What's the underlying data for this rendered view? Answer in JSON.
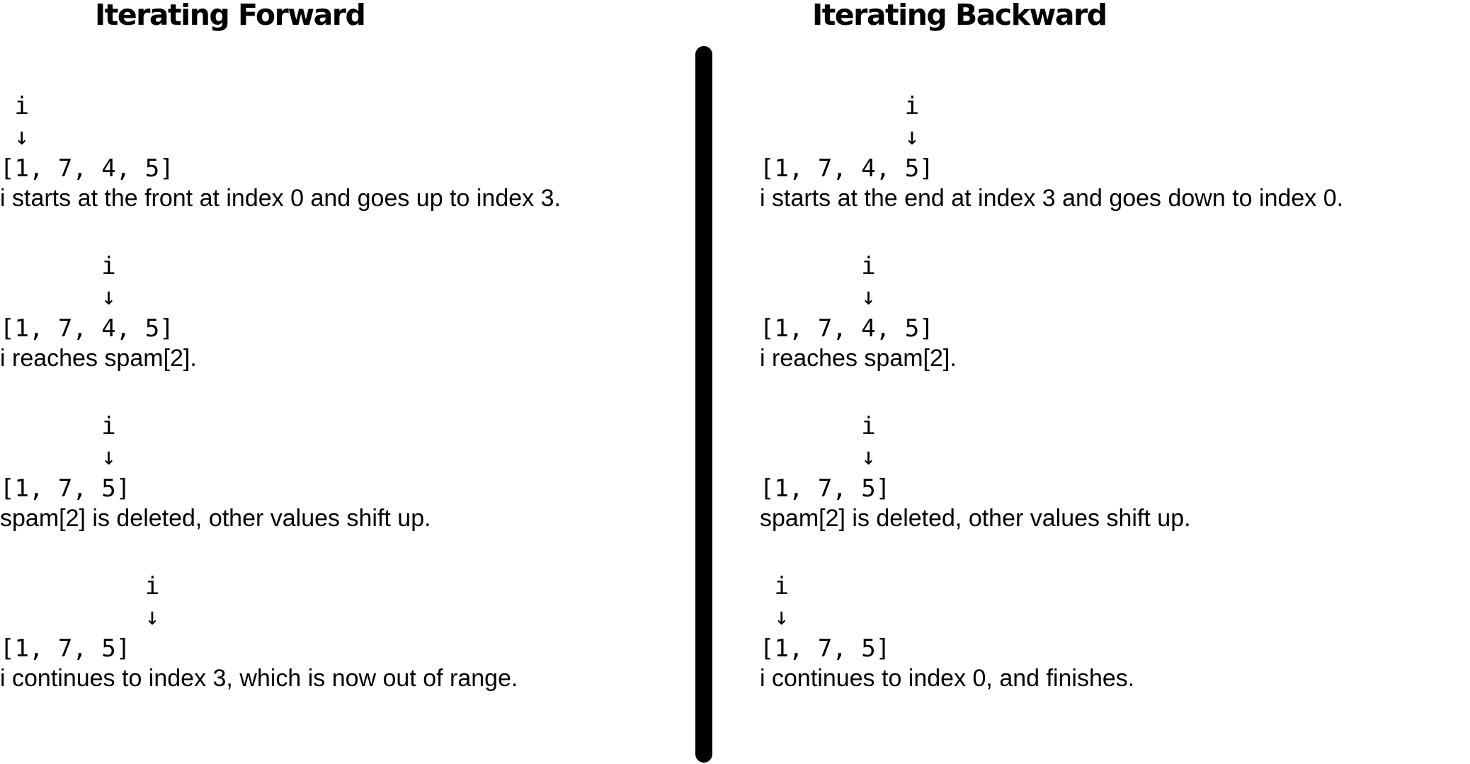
{
  "forward": {
    "title": "Iterating Forward",
    "steps": [
      {
        "pointer": " i",
        "arrow": " ↓",
        "list": "[1, 7, 4, 5]",
        "caption": "i starts at the front at index 0 and goes up to index 3."
      },
      {
        "pointer": "       i",
        "arrow": "       ↓",
        "list": "[1, 7, 4, 5]",
        "caption": "i reaches spam[2]."
      },
      {
        "pointer": "       i",
        "arrow": "       ↓",
        "list": "[1, 7, 5]",
        "caption": "spam[2] is deleted, other values shift up."
      },
      {
        "pointer": "          i",
        "arrow": "          ↓",
        "list": "[1, 7, 5]",
        "caption": "i continues to index 3, which is now out of range."
      }
    ]
  },
  "backward": {
    "title": "Iterating Backward",
    "steps": [
      {
        "pointer": "          i",
        "arrow": "          ↓",
        "list": "[1, 7, 4, 5]",
        "caption": "i starts at the end at index 3 and goes down to index 0."
      },
      {
        "pointer": "       i",
        "arrow": "       ↓",
        "list": "[1, 7, 4, 5]",
        "caption": "i reaches spam[2]."
      },
      {
        "pointer": "       i",
        "arrow": "       ↓",
        "list": "[1, 7, 5]",
        "caption": "spam[2] is deleted, other values shift up."
      },
      {
        "pointer": " i",
        "arrow": " ↓",
        "list": "[1, 7, 5]",
        "caption": "i continues to index 0, and finishes."
      }
    ]
  }
}
